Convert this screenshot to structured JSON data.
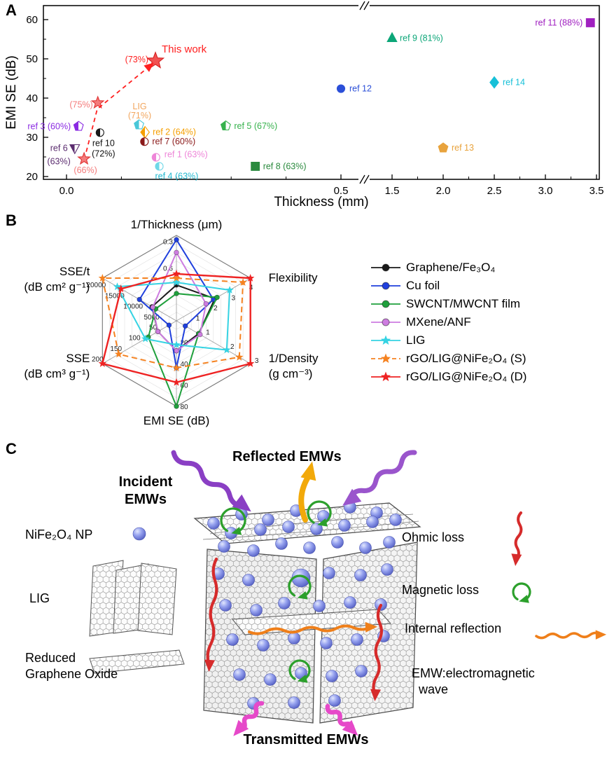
{
  "panels": {
    "a": "A",
    "b": "B",
    "c": "C"
  },
  "chart_data": [
    {
      "type": "scatter",
      "xlabel": "Thickness (mm)",
      "ylabel": "EMI SE (dB)",
      "x_axis": {
        "segment1": {
          "ticks": [
            "0.0",
            "0.5"
          ],
          "range": [
            -0.045,
            0.56
          ]
        },
        "segment2": {
          "ticks": [
            "1.5",
            "2.0",
            "2.5",
            "3.0",
            "3.5"
          ],
          "range": [
            1.45,
            3.53
          ]
        },
        "break_between": [
          0.56,
          1.45
        ]
      },
      "y_axis": {
        "ticks": [
          "20",
          "30",
          "40",
          "50",
          "60"
        ],
        "range": [
          19.3,
          63.5
        ]
      },
      "points": [
        {
          "x": 0.022,
          "y": 32.8,
          "shape": "pentagon",
          "color": "#8a2be2",
          "fill": "half",
          "labels": [
            {
              "text": "ref 3 (60%)",
              "dx": -11,
              "dy": 4,
              "anchor": "end"
            }
          ]
        },
        {
          "x": 0.015,
          "y": 27.2,
          "shape": "triangle-down",
          "color": "#5b2c6f",
          "fill": "half",
          "labels": [
            {
              "text": "ref 6",
              "dx": -10,
              "dy": 4,
              "anchor": "end"
            },
            {
              "text": "(63%)",
              "dx": -6,
              "dy": 23,
              "anchor": "end"
            }
          ]
        },
        {
          "x": 0.032,
          "y": 24.5,
          "shape": "star",
          "color": "#f47b7b",
          "stroke": "#e03131",
          "fill": "full",
          "labels": [
            {
              "text": "(66%)",
              "dx": 2,
              "dy": 20,
              "anchor": "middle"
            }
          ]
        },
        {
          "x": 0.061,
          "y": 31.2,
          "shape": "circle",
          "color": "#1a1a1a",
          "fill": "half",
          "labels": [
            {
              "text": "ref 10",
              "dx": 5,
              "dy": 19,
              "anchor": "middle",
              "color": "#111111"
            },
            {
              "text": "(72%)",
              "dx": 5,
              "dy": 34,
              "anchor": "middle",
              "color": "#111111"
            }
          ]
        },
        {
          "x": 0.057,
          "y": 38.8,
          "shape": "star",
          "color": "#f47b7b",
          "stroke": "#e03131",
          "fill": "full",
          "labels": [
            {
              "text": "(75%)",
              "dx": -7,
              "dy": 7,
              "anchor": "end"
            }
          ]
        },
        {
          "x": 0.162,
          "y": 49.5,
          "shape": "star",
          "color": "#f25252",
          "stroke": "#d61f1f",
          "fill": "full",
          "size": 9,
          "labels": [
            {
              "text": "This work",
              "dx": 9,
              "dy": -12,
              "anchor": "start",
              "size": 15,
              "color": "#ff1f1f"
            },
            {
              "text": "(73%)",
              "dx": -10,
              "dy": 2,
              "anchor": "end",
              "color": "#ff1f1f"
            }
          ]
        },
        {
          "x": 0.132,
          "y": 33.2,
          "shape": "pentagon",
          "color": "#49c7d8",
          "fill": "half",
          "labels": [
            {
              "text": "LIG",
              "dx": 1,
              "dy": -22,
              "anchor": "middle",
              "color": "#f2a65e"
            },
            {
              "text": "(71%)",
              "dx": 1,
              "dy": -9,
              "anchor": "middle",
              "color": "#f2a65e"
            }
          ]
        },
        {
          "x": 0.143,
          "y": 31.3,
          "shape": "diamond",
          "color": "#f59f00",
          "fill": "half",
          "labels": [
            {
              "text": "ref 2 (64%)",
              "dx": 11,
              "dy": 4,
              "anchor": "start"
            }
          ]
        },
        {
          "x": 0.142,
          "y": 28.9,
          "shape": "circle",
          "color": "#8b1a1a",
          "fill": "half",
          "labels": [
            {
              "text": "ref 7 (60%)",
              "dx": 11,
              "dy": 4,
              "anchor": "start"
            }
          ]
        },
        {
          "x": 0.163,
          "y": 24.9,
          "shape": "circle",
          "color": "#ee86d8",
          "fill": "half",
          "labels": [
            {
              "text": "ref 1 (63%)",
              "dx": 12,
              "dy": 0,
              "anchor": "start"
            }
          ]
        },
        {
          "x": 0.169,
          "y": 22.6,
          "shape": "circle",
          "color": "#6fd8e8",
          "fill": "half",
          "labels": [
            {
              "text": "ref 4 (63%)",
              "dx": -6,
              "dy": 18,
              "anchor": "start",
              "color": "#22b8cf"
            }
          ]
        },
        {
          "x": 0.29,
          "y": 32.9,
          "shape": "pentagon",
          "color": "#37b24d",
          "fill": "half",
          "labels": [
            {
              "text": "ref 5 (67%)",
              "dx": 12,
              "dy": 4,
              "anchor": "start"
            }
          ]
        },
        {
          "x": 0.344,
          "y": 22.6,
          "shape": "square",
          "color": "#2b8a3e",
          "fill": "full",
          "labels": [
            {
              "text": "ref 8 (63%)",
              "dx": 11,
              "dy": 4,
              "anchor": "start"
            }
          ]
        },
        {
          "x": 0.5,
          "y": 42.4,
          "shape": "circle",
          "color": "#2b4fd8",
          "fill": "full",
          "labels": [
            {
              "text": "ref 12",
              "dx": 12,
              "dy": 4,
              "anchor": "start"
            }
          ]
        },
        {
          "x": 1.5,
          "y": 55.3,
          "shape": "triangle-up",
          "color": "#0ca678",
          "fill": "full",
          "labels": [
            {
              "text": "ref 9 (81%)",
              "dx": 11,
              "dy": 4,
              "anchor": "start"
            }
          ]
        },
        {
          "x": 2.0,
          "y": 27.3,
          "shape": "pentagon",
          "color": "#e8a33d",
          "fill": "full",
          "labels": [
            {
              "text": "ref 13",
              "dx": 12,
              "dy": 4,
              "anchor": "start"
            }
          ]
        },
        {
          "x": 2.5,
          "y": 44.0,
          "shape": "diamond",
          "color": "#17c0d8",
          "fill": "full",
          "labels": [
            {
              "text": "ref 14",
              "dx": 12,
              "dy": 4,
              "anchor": "start"
            }
          ]
        },
        {
          "x": 3.44,
          "y": 59.2,
          "shape": "square",
          "color": "#a020c0",
          "fill": "full",
          "labels": [
            {
              "text": "ref 11 (88%)",
              "dx": -11,
              "dy": 4,
              "anchor": "end"
            }
          ]
        }
      ],
      "trend_arrow": {
        "points": [
          [
            0.036,
            26.3
          ],
          [
            0.056,
            37.2
          ],
          [
            0.152,
            48.2
          ]
        ],
        "color": "#ff1f1f",
        "style": "dashed"
      }
    },
    {
      "type": "radar",
      "axes": [
        {
          "label": "1/Thickness (μm)",
          "ticks": [
            {
              "t": "0.3",
              "r": 0.93
            },
            {
              "t": "0.6",
              "r": 0.62
            }
          ]
        },
        {
          "label": "Flexibility",
          "ticks": [
            {
              "t": "1",
              "r": 0.27
            },
            {
              "t": "2",
              "r": 0.51
            },
            {
              "t": "3",
              "r": 0.75
            },
            {
              "t": "4",
              "r": 0.99
            }
          ]
        },
        {
          "label": "1/Density",
          "label2": "(g cm⁻³)",
          "ticks": [
            {
              "t": "1",
              "r": 0.34
            },
            {
              "t": "2",
              "r": 0.67
            },
            {
              "t": "3",
              "r": 1.0
            }
          ]
        },
        {
          "label": "EMI SE (dB)",
          "ticks": [
            {
              "t": "20",
              "r": 0.25
            },
            {
              "t": "40",
              "r": 0.5
            },
            {
              "t": "60",
              "r": 0.75
            },
            {
              "t": "80",
              "r": 1.0
            }
          ]
        },
        {
          "label": "SSE",
          "label2": "(dB cm³ g⁻¹)",
          "ticks": [
            {
              "t": "50",
              "r": 0.25
            },
            {
              "t": "100",
              "r": 0.5
            },
            {
              "t": "150",
              "r": 0.75
            },
            {
              "t": "200",
              "r": 1.0
            }
          ]
        },
        {
          "label": "SSE/t",
          "label2": "(dB cm² g⁻¹)",
          "ticks": [
            {
              "t": "5000",
              "r": 0.25
            },
            {
              "t": "10000",
              "r": 0.5
            },
            {
              "t": "15000",
              "r": 0.75
            },
            {
              "t": "20000",
              "r": 1.0
            }
          ]
        }
      ],
      "series": [
        {
          "name": "Graphene/Fe₃O₄",
          "color": "#1a1a1a",
          "marker": "circle",
          "line": "solid",
          "values": [
            0.42,
            0.52,
            0.3,
            0.35,
            0.25,
            0.33
          ]
        },
        {
          "name": "Cu foil",
          "color": "#2040dd",
          "marker": "circle",
          "line": "solid",
          "values": [
            0.95,
            0.5,
            0.12,
            0.55,
            0.1,
            0.5
          ]
        },
        {
          "name": "SWCNT/MWCNT film",
          "color": "#1fa03c",
          "marker": "circle",
          "line": "solid",
          "values": [
            0.32,
            0.55,
            0.3,
            1.0,
            0.38,
            0.28
          ]
        },
        {
          "name": "MXene/ANF",
          "color": "#cd7ce0",
          "marker": "circle",
          "line": "solid",
          "values": [
            0.8,
            0.4,
            0.32,
            0.35,
            0.25,
            0.32
          ]
        },
        {
          "name": "LIG",
          "color": "#35d3e3",
          "marker": "star",
          "line": "solid",
          "values": [
            0.45,
            0.72,
            0.68,
            0.28,
            0.42,
            0.8
          ]
        },
        {
          "name": "rGO/LIG@NiFe₂O₄ (S)",
          "color": "#f58220",
          "marker": "star",
          "line": "dashed",
          "values": [
            0.5,
            0.9,
            0.85,
            0.55,
            0.78,
            1.0
          ]
        },
        {
          "name": "rGO/LIG@NiFe₂O₄ (D)",
          "color": "#ee2222",
          "marker": "star",
          "line": "solid",
          "values": [
            0.55,
            1.0,
            1.0,
            0.72,
            1.0,
            0.75
          ]
        }
      ],
      "legend_position": "right"
    }
  ],
  "panel_c": {
    "incident": [
      "Incident",
      "EMWs"
    ],
    "reflected": "Reflected EMWs",
    "transmitted": "Transmitted EMWs",
    "np_label": "NiFe₂O₄ NP",
    "lig_label": "LIG",
    "rgo_label": [
      "Reduced",
      "Graphene Oxide"
    ],
    "ohmic": "Ohmic loss",
    "magnetic": "Magnetic loss",
    "internal": "Internal reflection",
    "emw_note": [
      "EMW:electromagnetic",
      "wave"
    ],
    "icons": {
      "incident_arrow_color": "#8a3fc4",
      "reflected_arrow_color": "#f2a90a",
      "reflected_side_arrow_color": "#9a55cc",
      "transmitted_arrow_color": "#e649c9",
      "ohmic_arrow_color": "#d62b2b",
      "magnetic_arrow_color": "#2ca02c",
      "internal_arrow_color": "#ef7f1a",
      "nanoparticle_color": "#7b86e8"
    }
  }
}
